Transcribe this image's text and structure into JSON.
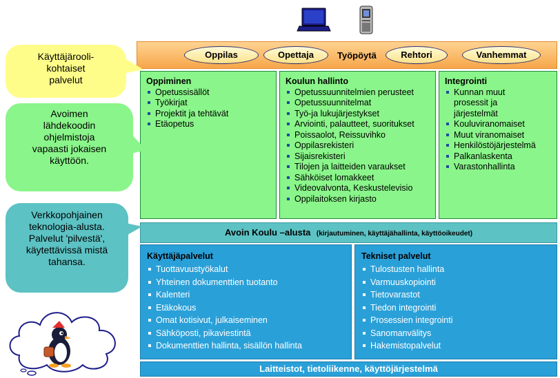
{
  "callouts": {
    "yellow": "Käyttäjärooli-\nkohtaiset\npalvelut",
    "green": "Avoimen\nlähdekoodin\nohjelmistoja\nvapaasti jokaisen\nkäyttöön.",
    "teal": "Verkkopohjainen\nteknologia-alusta.\nPalvelut 'pilvestä',\nkäytettävissä mistä\ntahansa."
  },
  "topbar": {
    "title": "Työpöytä",
    "roles": [
      "Oppilas",
      "Opettaja",
      "Rehtori",
      "Vanhemmat"
    ]
  },
  "columns": [
    {
      "title": "Oppiminen",
      "items": [
        "Opetussisällöt",
        "Työkirjat",
        "Projektit ja tehtävät",
        "Etäopetus"
      ]
    },
    {
      "title": "Koulun hallinto",
      "items": [
        "Opetussuunnitelmien perusteet",
        "Opetussuunnitelmat",
        "Työ-ja lukujärjestykset",
        "Arviointi, palautteet, suoritukset",
        "Poissaolot, Reissuvihko",
        "Oppilasrekisteri",
        "Sijaisrekisteri",
        "Tilojen ja laitteiden varaukset",
        "Sähköiset lomakkeet",
        "Videovalvonta, Keskustelevisio",
        "Oppilaitoksen kirjasto"
      ]
    },
    {
      "title": "Integrointi",
      "items": [
        "Kunnan muut prosessit ja järjestelmät",
        "Kouluviranomaiset",
        "Muut viranomaiset",
        "Henkilöstöjärjestelmä",
        "Palkanlaskenta",
        "Varastonhallinta"
      ]
    }
  ],
  "platform": {
    "main": "Avoin Koulu –alusta",
    "sub": "(kirjautuminen, käyttäjähallinta, käyttöoikeudet)"
  },
  "services": [
    {
      "title": "Käyttäjäpalvelut",
      "items": [
        "Tuottavuustyökalut",
        "Yhteinen dokumenttien tuotanto",
        "Kalenteri",
        "Etäkokous",
        "Omat kotisivut, julkaiseminen",
        "Sähköposti, pikaviestintä",
        "Dokumenttien hallinta, sisällön hallinta"
      ]
    },
    {
      "title": "Tekniset palvelut",
      "items": [
        "Tulostusten hallinta",
        "Varmuuskopiointi",
        "Tietovarastot",
        "Tiedon integrointi",
        "Prosessien integrointi",
        "Sanomanvälitys",
        "Hakemistopalvelut"
      ]
    }
  ],
  "hardware": "Laitteistot, tietoliikenne, käyttöjärjestelmä",
  "icons": [
    "laptop-icon",
    "phone-icon",
    "penguin-cloud-icon"
  ],
  "colors": {
    "yellow": "#fffd8a",
    "green": "#8af58a",
    "teal": "#5cc2c4",
    "blue": "#2aa0d8",
    "orange": "#f6a64a"
  }
}
